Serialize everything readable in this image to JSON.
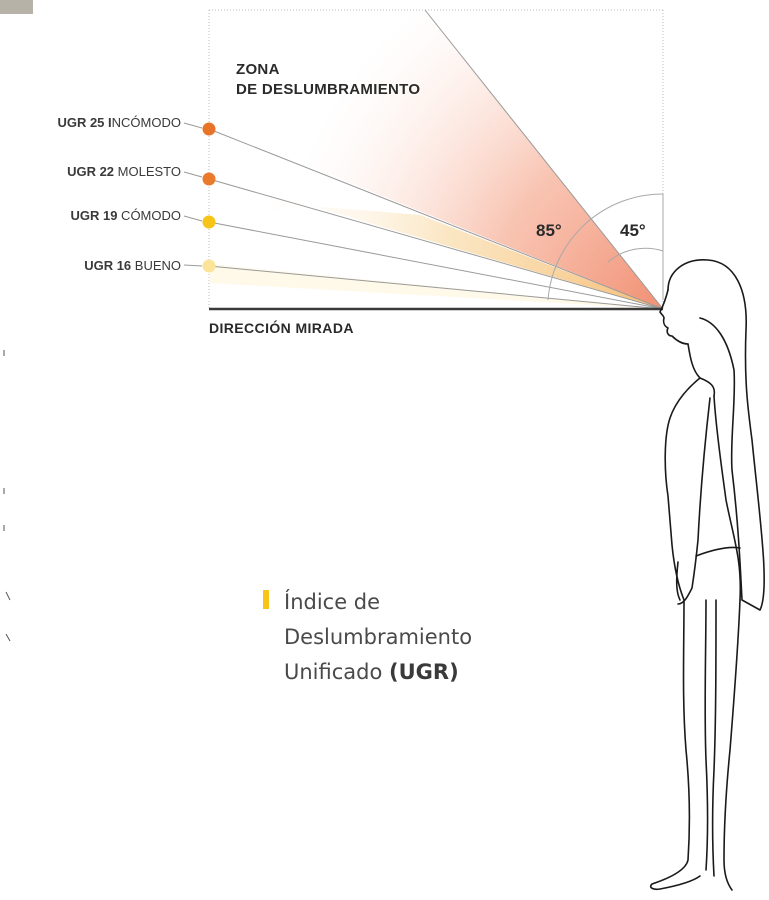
{
  "zone": {
    "line1": "ZONA",
    "line2": "DE DESLUMBRAMIENTO"
  },
  "gaze_label": "DIRECCIÓN MIRADA",
  "angles": {
    "wide": "85°",
    "narrow": "45°"
  },
  "ugr_levels": [
    {
      "code": "UGR 25",
      "initial": "I",
      "rest": "NCÓMODO",
      "dot_color": "#E8742A"
    },
    {
      "code": "UGR 22",
      "initial": "",
      "rest": " MOLESTO",
      "dot_color": "#EA7B2C"
    },
    {
      "code": "UGR 19",
      "initial": "",
      "rest": " CÓMODO",
      "dot_color": "#F7C419"
    },
    {
      "code": "UGR 16",
      "initial": "",
      "rest": " BUENO",
      "dot_color": "#FBE49A"
    }
  ],
  "caption": {
    "line1": "Índice de",
    "line2": "Deslumbramiento",
    "line3_regular": "Unificado ",
    "line3_bold": "(UGR)",
    "marker_color": "#F7C419"
  },
  "colors": {
    "glare_zone": "#F08A6C",
    "comfort_zone": "#F6C97A",
    "ray": "#9a9a9a",
    "gaze_line": "#3a3a3a"
  }
}
